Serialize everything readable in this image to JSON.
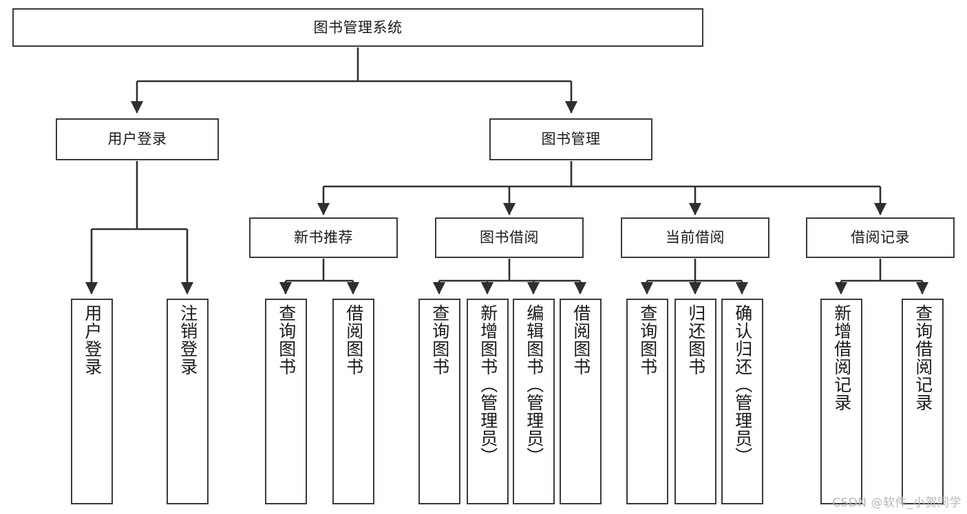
{
  "diagram": {
    "title": "图书管理系统",
    "type": "tree-hierarchy-chart",
    "orientation": "top-down",
    "stroke_color": "#3a3a3a",
    "fill_color": "#ffffff",
    "text_color": "#1a1a1a",
    "watermark": "CSDN @软件_小贺同学"
  },
  "nodes": {
    "root": {
      "label": "图书管理系统",
      "level": 0
    },
    "level1": [
      {
        "id": "user_login",
        "label": "用户登录"
      },
      {
        "id": "book_manage",
        "label": "图书管理"
      }
    ],
    "level2": [
      {
        "id": "new_book_rec",
        "label": "新书推荐",
        "parent": "book_manage"
      },
      {
        "id": "book_borrow",
        "label": "图书借阅",
        "parent": "book_manage"
      },
      {
        "id": "current_borrow",
        "label": "当前借阅",
        "parent": "book_manage"
      },
      {
        "id": "borrow_record",
        "label": "借阅记录",
        "parent": "book_manage"
      }
    ],
    "leaves": [
      {
        "id": "leaf_user_login",
        "label": "用户登录",
        "parent": "user_login"
      },
      {
        "id": "leaf_user_logout",
        "label": "注销登录",
        "parent": "user_login"
      },
      {
        "id": "leaf_query_book_1",
        "label": "查询图书",
        "parent": "new_book_rec"
      },
      {
        "id": "leaf_borrow_book_1",
        "label": "借阅图书",
        "parent": "new_book_rec"
      },
      {
        "id": "leaf_query_book_2",
        "label": "查询图书",
        "parent": "book_borrow"
      },
      {
        "id": "leaf_add_book",
        "label": "新增图书（管理员）",
        "parent": "book_borrow"
      },
      {
        "id": "leaf_edit_book",
        "label": "编辑图书（管理员）",
        "parent": "book_borrow"
      },
      {
        "id": "leaf_borrow_book_2",
        "label": "借阅图书",
        "parent": "book_borrow"
      },
      {
        "id": "leaf_query_book_3",
        "label": "查询图书",
        "parent": "current_borrow"
      },
      {
        "id": "leaf_return_book",
        "label": "归还图书",
        "parent": "current_borrow"
      },
      {
        "id": "leaf_confirm_return",
        "label": "确认归还（管理员）",
        "parent": "current_borrow"
      },
      {
        "id": "leaf_add_record",
        "label": "新增借阅记录",
        "parent": "borrow_record"
      },
      {
        "id": "leaf_query_record",
        "label": "查询借阅记录",
        "parent": "borrow_record"
      }
    ]
  }
}
